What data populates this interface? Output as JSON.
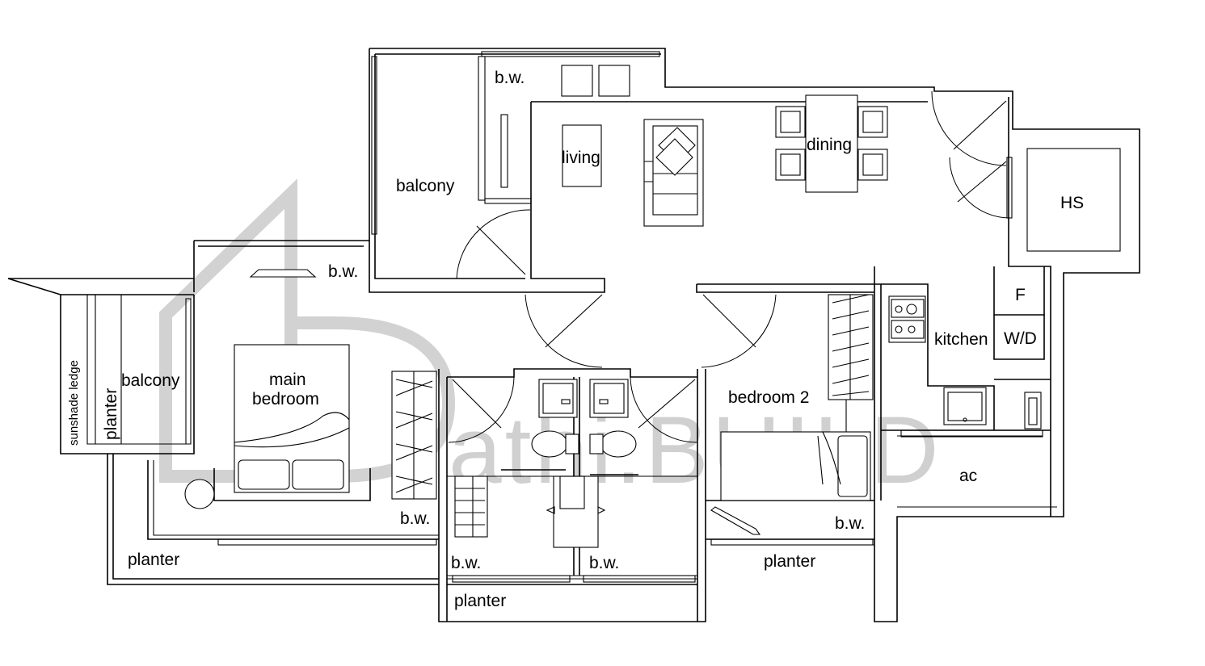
{
  "rooms": {
    "bw_top": "b.w.",
    "living": "living",
    "dining": "dining",
    "balcony_top": "balcony",
    "hs": "HS",
    "bw_mid": "b.w.",
    "fridge": "F",
    "washer_dryer": "W/D",
    "kitchen": "kitchen",
    "sunshade_ledge": "sunshade ledge",
    "planter_left": "planter",
    "balcony_left": "balcony",
    "main_bedroom_line1": "main",
    "main_bedroom_line2": "bedroom",
    "bedroom_2": "bedroom 2",
    "ac": "ac",
    "bw_main_bedroom": "b.w.",
    "bw_bedroom2": "b.w.",
    "planter_bottom_left": "planter",
    "bw_bath1": "b.w.",
    "bw_bath2": "b.w.",
    "planter_bottom_right": "planter",
    "planter_bottom_center": "planter"
  },
  "watermark": {
    "text": "athi.BUILD"
  }
}
